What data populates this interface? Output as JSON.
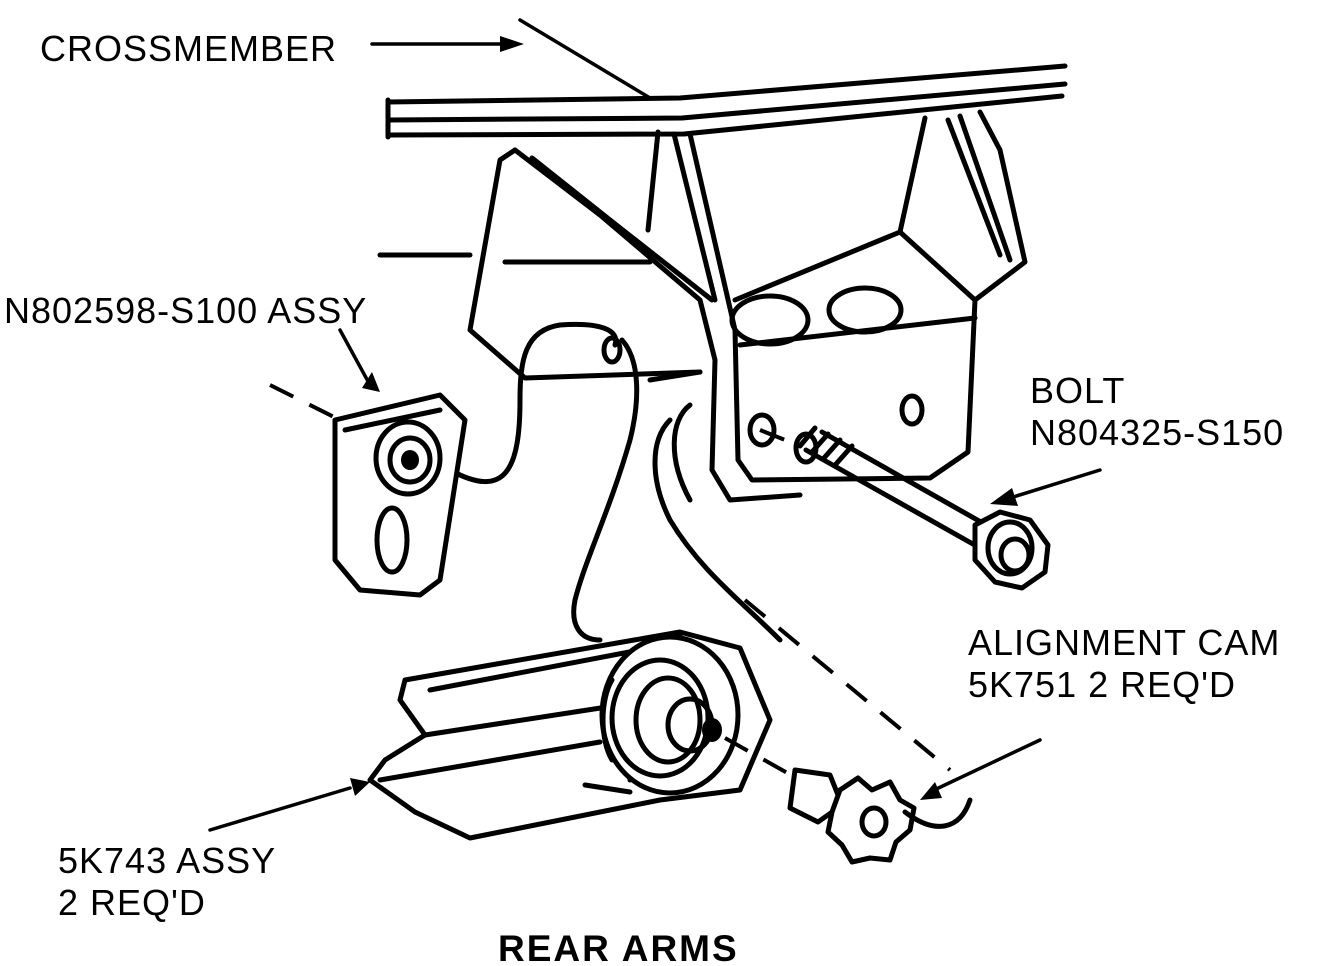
{
  "labels": {
    "crossmember": "CROSSMEMBER",
    "n802598": "N802598-S100 ASSY",
    "bolt_line1": "BOLT",
    "bolt_line2": "N804325-S150",
    "cam_line1": "ALIGNMENT CAM",
    "cam_line2": "5K751 2 REQ'D",
    "assy_line1": "5K743 ASSY",
    "assy_line2": "2 REQ'D",
    "caption": "REAR ARMS"
  },
  "colors": {
    "ink": "#000000",
    "paper": "#ffffff"
  }
}
